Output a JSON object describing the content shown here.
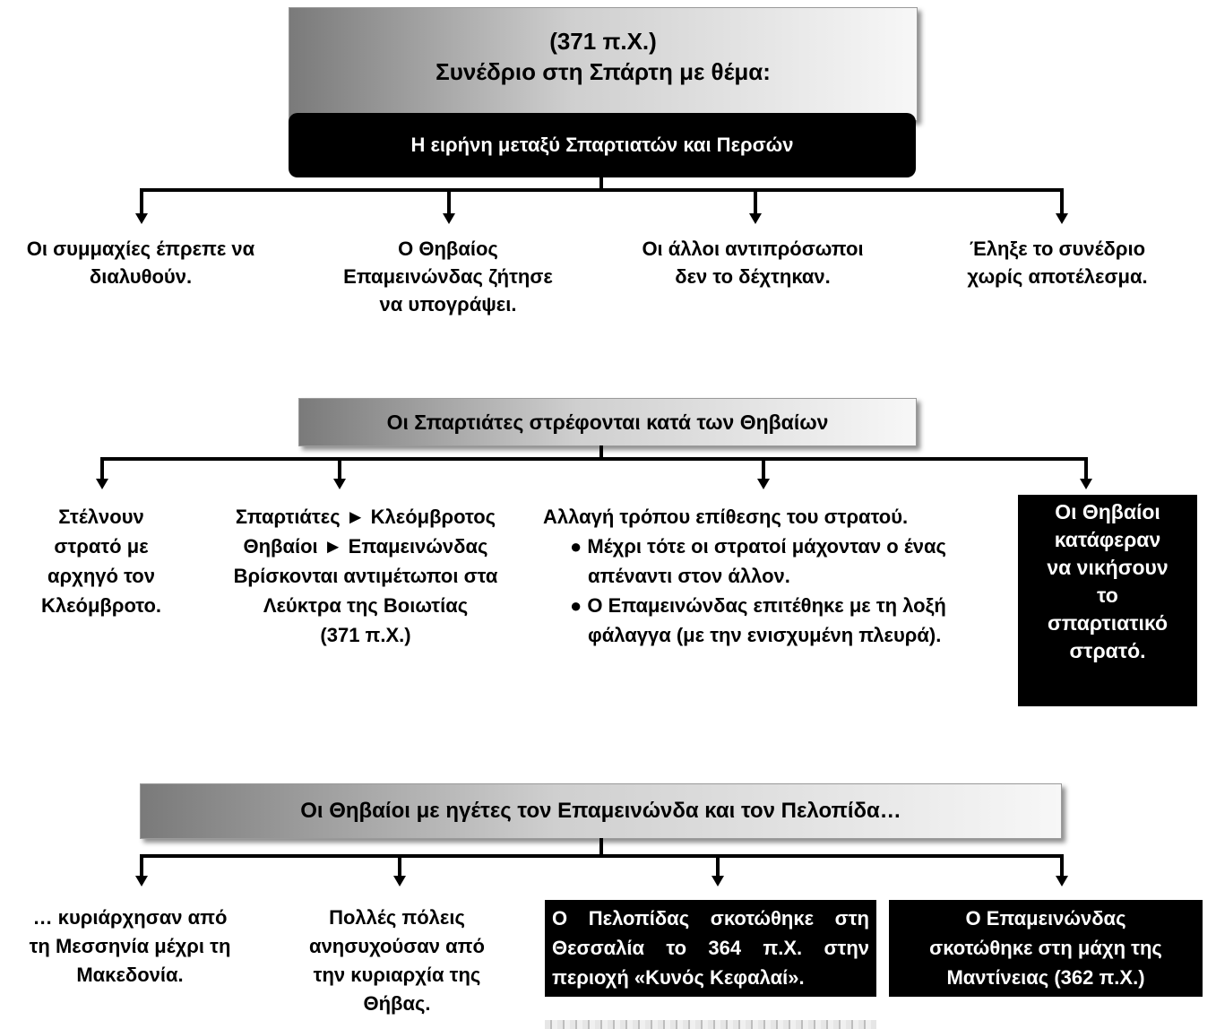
{
  "section1": {
    "title_line1": "(371 π.Χ.)",
    "title_line2": "Συνέδριο στη Σπάρτη με θέμα:",
    "subtitle": "Η ειρήνη μεταξύ Σπαρτιατών και Περσών",
    "items": [
      {
        "lines": [
          "Οι συμμαχίες έπρεπε να",
          "διαλυθούν."
        ]
      },
      {
        "lines": [
          "Ο Θηβαίος",
          "Επαμεινώνδας ζήτησε",
          "να υπογράψει."
        ]
      },
      {
        "lines": [
          "Οι άλλοι αντιπρόσωποι",
          "δεν το δέχτηκαν."
        ]
      },
      {
        "lines": [
          "Έληξε το συνέδριο",
          "χωρίς αποτέλεσμα."
        ]
      }
    ]
  },
  "section2": {
    "header": "Οι Σπαρτιάτες στρέφονται κατά των Θηβαίων",
    "item1": [
      "Στέλνουν",
      "στρατό με",
      "αρχηγό τον",
      "Κλεόμβροτο."
    ],
    "item2": [
      "Σπαρτιάτες ► Κλεόμβροτος",
      "Θηβαίοι ► Επαμεινώνδας",
      "Βρίσκονται αντιμέτωποι στα",
      "Λεύκτρα της Βοιωτίας",
      "(371 π.Χ.)"
    ],
    "item3_title": "Αλλαγή τρόπου επίθεσης του στρατού.",
    "item3_bullets": [
      "● Μέχρι τότε οι στρατοί μάχονταν ο ένας απέναντι στον άλλον.",
      "● Ο Επαμεινώνδας επιτέθηκε με τη λοξή φάλαγγα (με την ενισχυμένη πλευρά)."
    ],
    "item4": [
      "Οι Θηβαίοι",
      "κατάφεραν",
      "να νικήσουν",
      "το",
      "σπαρτιατικό",
      "στρατό."
    ]
  },
  "section3": {
    "header": "Οι Θηβαίοι με ηγέτες τον Επαμεινώνδα και τον Πελοπίδα…",
    "item1": [
      "… κυριάρχησαν από",
      "τη Μεσσηνία μέχρι τη",
      "Μακεδονία."
    ],
    "item2": [
      "Πολλές πόλεις",
      "ανησυχούσαν από",
      "την κυριαρχία της",
      "Θήβας."
    ],
    "item3": [
      "Ο Πελοπίδας σκοτώθηκε στη",
      "Θεσσαλία το 364 π.Χ. στην",
      "περιοχή «Κυνός Κεφαλαί»."
    ],
    "item4": [
      "Ο Επαμεινώνδας",
      "σκοτώθηκε στη μάχη της",
      "Μαντίνειας (362 π.Χ.)"
    ]
  }
}
